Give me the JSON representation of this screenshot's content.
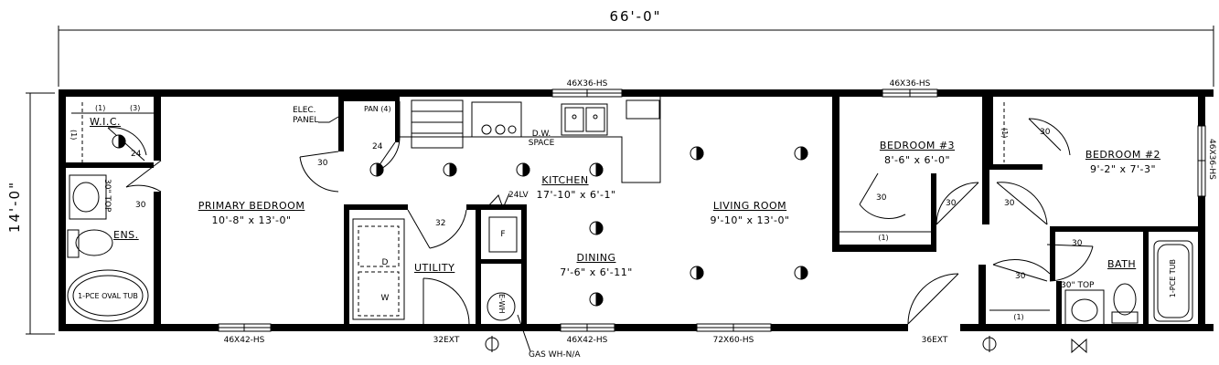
{
  "dimensions": {
    "overall_width": "66'-0\"",
    "overall_depth": "14'-0\""
  },
  "rooms": {
    "primary_bedroom": {
      "name": "PRIMARY BEDROOM",
      "size": "10'-8\" x 13'-0\""
    },
    "kitchen": {
      "name": "KITCHEN",
      "size": "17'-10\" x 6'-1\""
    },
    "dining": {
      "name": "DINING",
      "size": "7'-6\" x 6'-11\""
    },
    "living_room": {
      "name": "LIVING ROOM",
      "size": "9'-10\" x 13'-0\""
    },
    "bedroom3": {
      "name": "BEDROOM #3",
      "size": "8'-6\" x 6'-0\""
    },
    "bedroom2": {
      "name": "BEDROOM #2",
      "size": "9'-2\" x 7'-3\""
    },
    "utility": {
      "name": "UTILITY"
    },
    "bath": {
      "name": "BATH"
    },
    "ens": {
      "name": "ENS."
    },
    "wic": {
      "name": "W.I.C."
    }
  },
  "windows": {
    "top_left": "46X36-HS",
    "top_right": "46X36-HS",
    "bottom_left": "46X42-HS",
    "bottom_mid": "46X42-HS",
    "bottom_big": "72X60-HS",
    "right_end": "46X36-HS"
  },
  "doors": {
    "ext_utility": "32EXT",
    "ext_living": "36EXT",
    "swing_30": "30",
    "swing_24": "24",
    "swing_32": "32"
  },
  "fixtures": {
    "elec_panel_1": "ELEC.",
    "elec_panel_2": "PANEL",
    "pan": "PAN (4)",
    "dw_1": "D.W.",
    "dw_2": "SPACE",
    "lv24": "24LV",
    "fridge": "F",
    "dryer": "D",
    "washer": "W",
    "water_heater": "E-WH",
    "gas_wh": "GAS WH-N/A",
    "oval_tub": "1-PCE OVAL TUB",
    "tub": "1-PCE TUB",
    "vanity_30_top": "30\" TOP",
    "shelf_1": "(1)",
    "shelf_3": "(3)"
  }
}
